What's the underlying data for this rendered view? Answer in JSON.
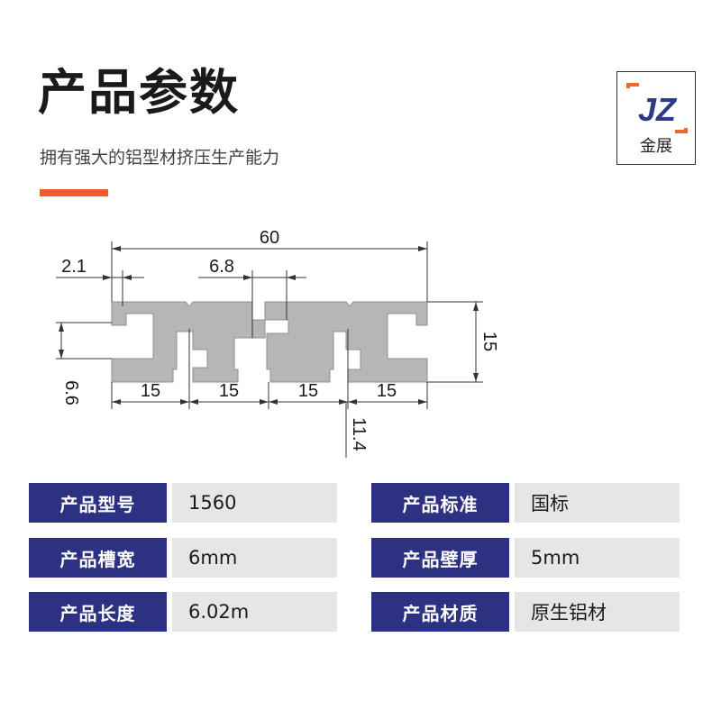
{
  "header": {
    "title": "产品参数",
    "subtitle": "拥有强大的铝型材挤压生产能力"
  },
  "logo": {
    "initials": "JZ",
    "name": "金展"
  },
  "drawing": {
    "dimensions": {
      "overall_width": "60",
      "offset_left": "2.1",
      "slot_opening": "6.8",
      "height": "15",
      "slot_depth": "6.6",
      "pitch": [
        "15",
        "15",
        "15",
        "15"
      ],
      "slot_inner": "11.4"
    }
  },
  "specs": [
    {
      "label": "产品型号",
      "value": "1560"
    },
    {
      "label": "产品标准",
      "value": "国标"
    },
    {
      "label": "产品槽宽",
      "value": "6mm"
    },
    {
      "label": "产品壁厚",
      "value": "5mm"
    },
    {
      "label": "产品长度",
      "value": "6.02m"
    },
    {
      "label": "产品材质",
      "value": "原生铝材"
    }
  ],
  "colors": {
    "accent": "#ef5a28",
    "label_bg": "#2d3182",
    "value_bg": "#e6e6e6",
    "profile_fill": "#b4b6b8",
    "logo_blue": "#2d3a8c",
    "logo_orange": "#ef6a2a"
  }
}
